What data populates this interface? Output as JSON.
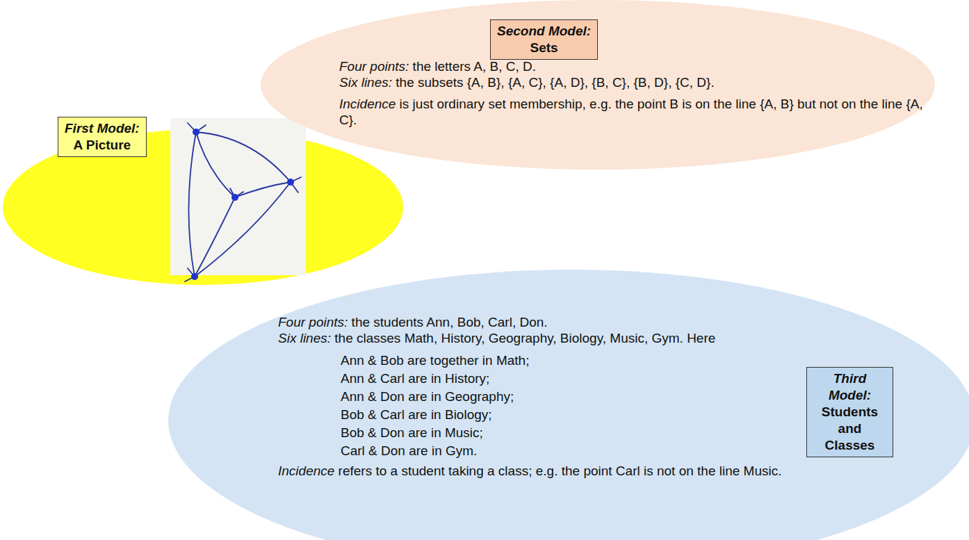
{
  "diagram": {
    "nodes": [
      {
        "text": [
          "First Model:",
          "A Picture"
        ]
      },
      {
        "text": [
          "Four points: the letters A, B, C, D.",
          "Six lines: the subsets {A, B}, {A, C}, {A, D}, {B, C}, {B, D}, {C, D}.",
          "Incidence is just ordinary set membership, e.g. the point B is on the line {A, B} but not on the line {A, C}."
        ]
      },
      {
        "text": [
          "Second Model:",
          "Sets"
        ],
        "in": 1
      },
      {
        "text": [
          "Four points: the students Ann, Bob, Carl, Don.",
          "Six lines: the classes Math, History, Geography, Biology, Music, Gym. Here",
          "Ann & Bob are together in Math;",
          "Ann & Carl are in History;",
          "Ann & Don are in Geography;",
          "Bob & Carl are in Biology;",
          "Bob & Don are in Music;",
          "Carl & Don are in Gym.",
          "Incidence refers to a student taking a class; e.g. the point Carl is not on the line Music."
        ]
      },
      {
        "text": [
          "Third Model:",
          "Students and Classes"
        ],
        "in": 3
      }
    ]
  }
}
